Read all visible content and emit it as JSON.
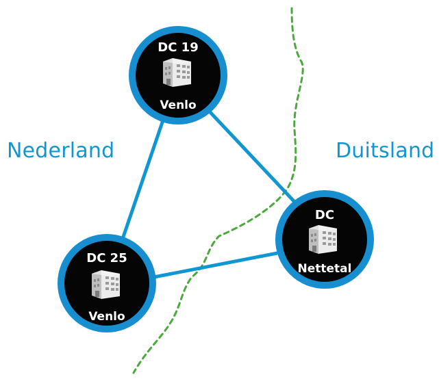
{
  "colors": {
    "accent": "#1096d2",
    "border": "#168ed0",
    "node_fill": "#050505",
    "node_text": "#ffffff",
    "building": "#e8e8e8",
    "border_line": "#4aa83c"
  },
  "countries": {
    "left": "Nederland",
    "right": "Duitsland"
  },
  "nodes": {
    "dc19": {
      "title": "DC 19",
      "location": "Venlo",
      "icon": "building-icon"
    },
    "dc25": {
      "title": "DC 25",
      "location": "Venlo",
      "icon": "building-icon"
    },
    "dcn": {
      "title": "DC",
      "location": "Nettetal",
      "icon": "building-icon"
    }
  }
}
